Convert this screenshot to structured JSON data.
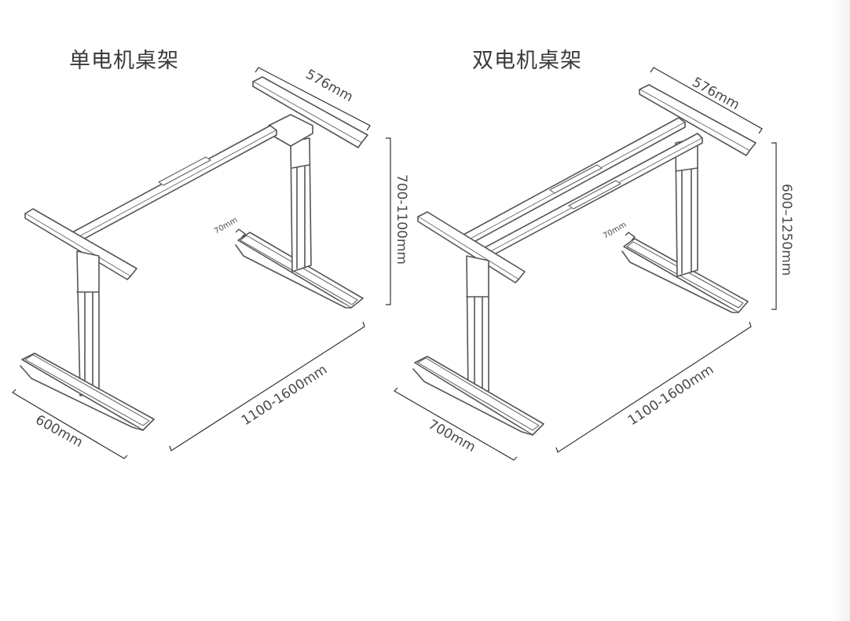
{
  "panels": [
    {
      "title": "单电机桌架",
      "dims": {
        "top_width": "576mm",
        "height_range": "700-1100mm",
        "foot_width": "70mm",
        "length_range": "1100-1600mm",
        "depth": "600mm"
      }
    },
    {
      "title": "双电机桌架",
      "dims": {
        "top_width": "576mm",
        "height_range": "600–1250mm",
        "foot_width": "70mm",
        "length_range": "1100-1600mm",
        "depth": "700mm"
      }
    }
  ],
  "colors": {
    "line": "#555555",
    "dim_line": "#333333",
    "fill": "#ffffff",
    "title": "#3a3a3a"
  }
}
